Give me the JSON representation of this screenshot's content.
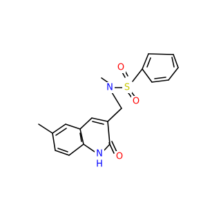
{
  "molecule": {
    "atoms": {
      "sulfur": "S",
      "oxygen_top": "O",
      "oxygen_bottom": "O",
      "nitrogen": "N",
      "ring_nitrogen": "N",
      "ring_hydrogen": "H",
      "carbonyl_oxygen": "O"
    },
    "colors": {
      "bond": "#000000",
      "sulfur": "#c8c800",
      "oxygen": "#ff0000",
      "nitrogen": "#0000ff"
    }
  }
}
